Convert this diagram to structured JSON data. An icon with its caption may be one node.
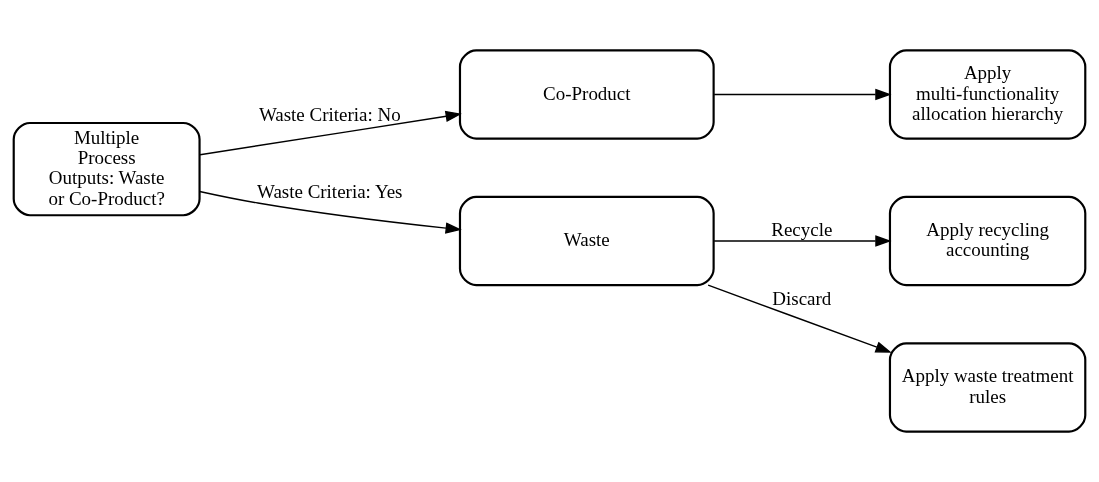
{
  "diagram": {
    "nodes": [
      {
        "text": [
          "Multiple Process Outputs: Waste or Co-Product?"
        ]
      },
      {
        "text": [
          "Co-Product"
        ]
      },
      {
        "text": [
          "Apply multi-functionality allocation hierarchy"
        ]
      },
      {
        "text": [
          "Waste"
        ]
      },
      {
        "text": [
          "Apply recycling accounting"
        ]
      },
      {
        "text": [
          "Apply waste treatment rules"
        ]
      }
    ],
    "edges": [
      {
        "from": 0,
        "to": 1,
        "arrow": "to",
        "label": "Waste Criteria: No"
      },
      {
        "from": 0,
        "to": 3,
        "arrow": "to",
        "label": "Waste Criteria: Yes"
      },
      {
        "from": 1,
        "to": 2,
        "arrow": "to"
      },
      {
        "from": 3,
        "to": 4,
        "arrow": "to",
        "label": "Recycle"
      },
      {
        "from": 3,
        "to": 5,
        "arrow": "to",
        "label": "Discard"
      }
    ]
  }
}
